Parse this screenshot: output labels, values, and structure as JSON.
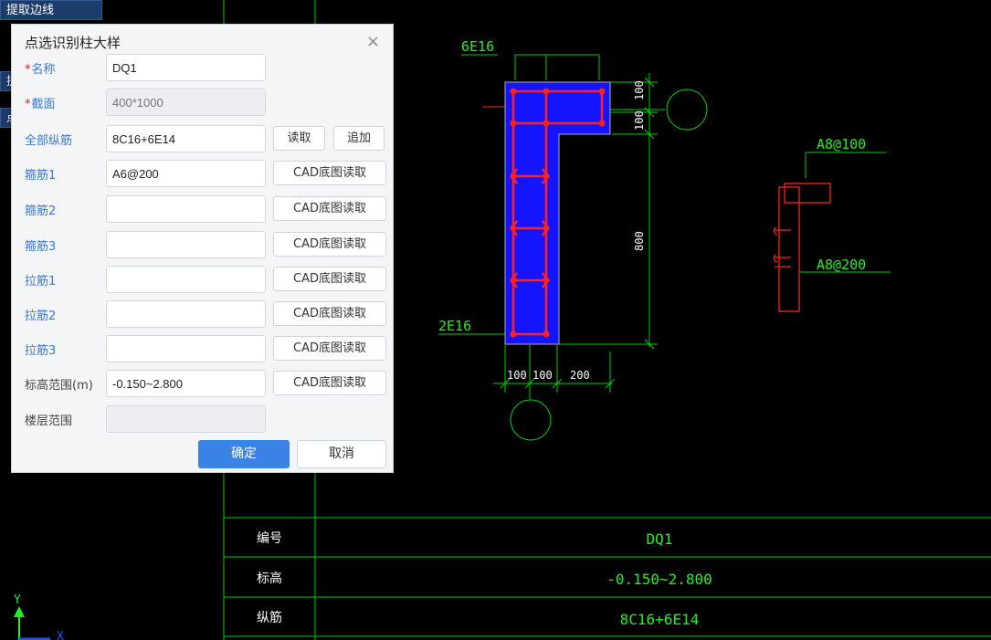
{
  "side_menu": {
    "items": [
      "提取边线",
      "提",
      "点"
    ]
  },
  "dialog": {
    "title": "点选识别柱大样",
    "close_symbol": "×",
    "fields": {
      "name": {
        "label": "名称",
        "value": "DQ1"
      },
      "section": {
        "label": "截面",
        "placeholder": "400*1000"
      },
      "all_rebar": {
        "label": "全部纵筋",
        "value": "8C16+6E14",
        "read": "读取",
        "append": "追加"
      },
      "stirrup1": {
        "label": "箍筋1",
        "value": "A6@200"
      },
      "stirrup2": {
        "label": "箍筋2",
        "value": ""
      },
      "stirrup3": {
        "label": "箍筋3",
        "value": ""
      },
      "tie1": {
        "label": "拉筋1",
        "value": ""
      },
      "tie2": {
        "label": "拉筋2",
        "value": ""
      },
      "tie3": {
        "label": "拉筋3",
        "value": ""
      },
      "elevation": {
        "label": "标高范围(m)",
        "value": "-0.150~2.800"
      },
      "floor": {
        "label": "楼层范围",
        "value": ""
      }
    },
    "cad_read_label": "CAD底图读取",
    "required_mark": "*",
    "ok_label": "确定",
    "cancel_label": "取消"
  },
  "drawing": {
    "top_rebar_label": "6E16",
    "side_rebar_label": "2E16",
    "stirrup_top_label": "A8@100",
    "stirrup_bottom_label": "A8@200",
    "dim_right_1": "100",
    "dim_right_2": "100",
    "dim_right_3": "800",
    "dim_bottom_1": "100",
    "dim_bottom_2": "100",
    "dim_bottom_3": "200",
    "table": [
      {
        "key": "编号",
        "value": "DQ1"
      },
      {
        "key": "标高",
        "value": "-0.150~2.800"
      },
      {
        "key": "纵筋",
        "value": "8C16+6E14"
      }
    ],
    "axis_y": "Y",
    "axis_x": "X",
    "colors": {
      "line": "#00d000",
      "fill": "#1414ff",
      "rebar": "#ff2020",
      "text": "#22ee22",
      "ucs_y": "#22ee22",
      "ucs_x": "#2050ff"
    }
  }
}
